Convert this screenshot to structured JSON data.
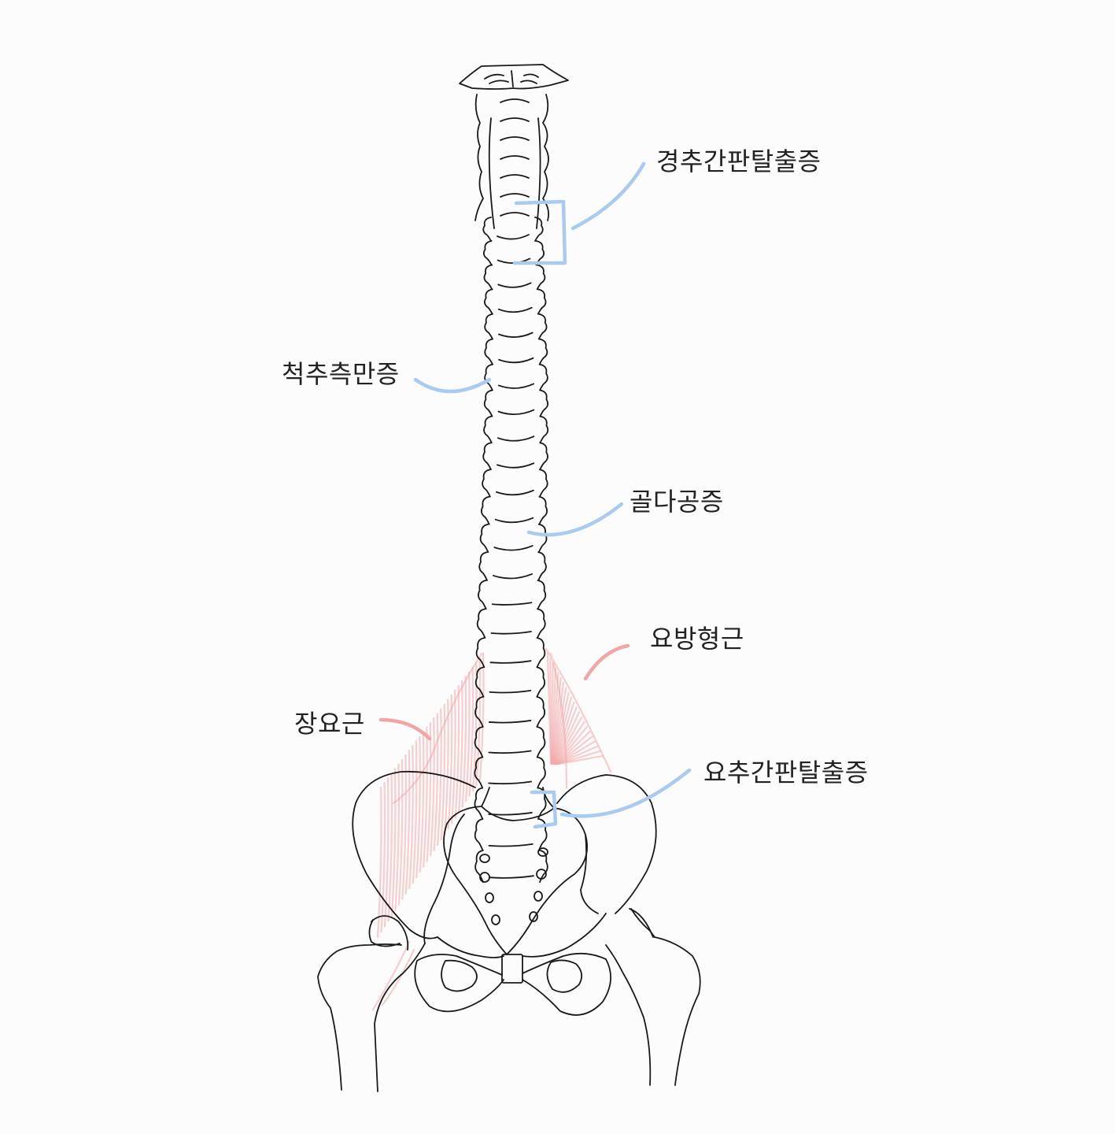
{
  "colors": {
    "background": "#fcfcfc",
    "bone": "#1a1a1a",
    "disease_pointer": "#a8cbef",
    "muscle": "#f3a5a5",
    "label_text": "#222222"
  },
  "labels": {
    "cervical_disc_herniation": "경추간판탈출증",
    "scoliosis": "척추측만증",
    "osteoporosis": "골다공증",
    "quadratus_lumborum": "요방형근",
    "iliopsoas": "장요근",
    "lumbar_disc_herniation": "요추간판탈출증"
  },
  "icons": [
    "spine-illustration",
    "pelvis-illustration",
    "femur-illustration"
  ]
}
